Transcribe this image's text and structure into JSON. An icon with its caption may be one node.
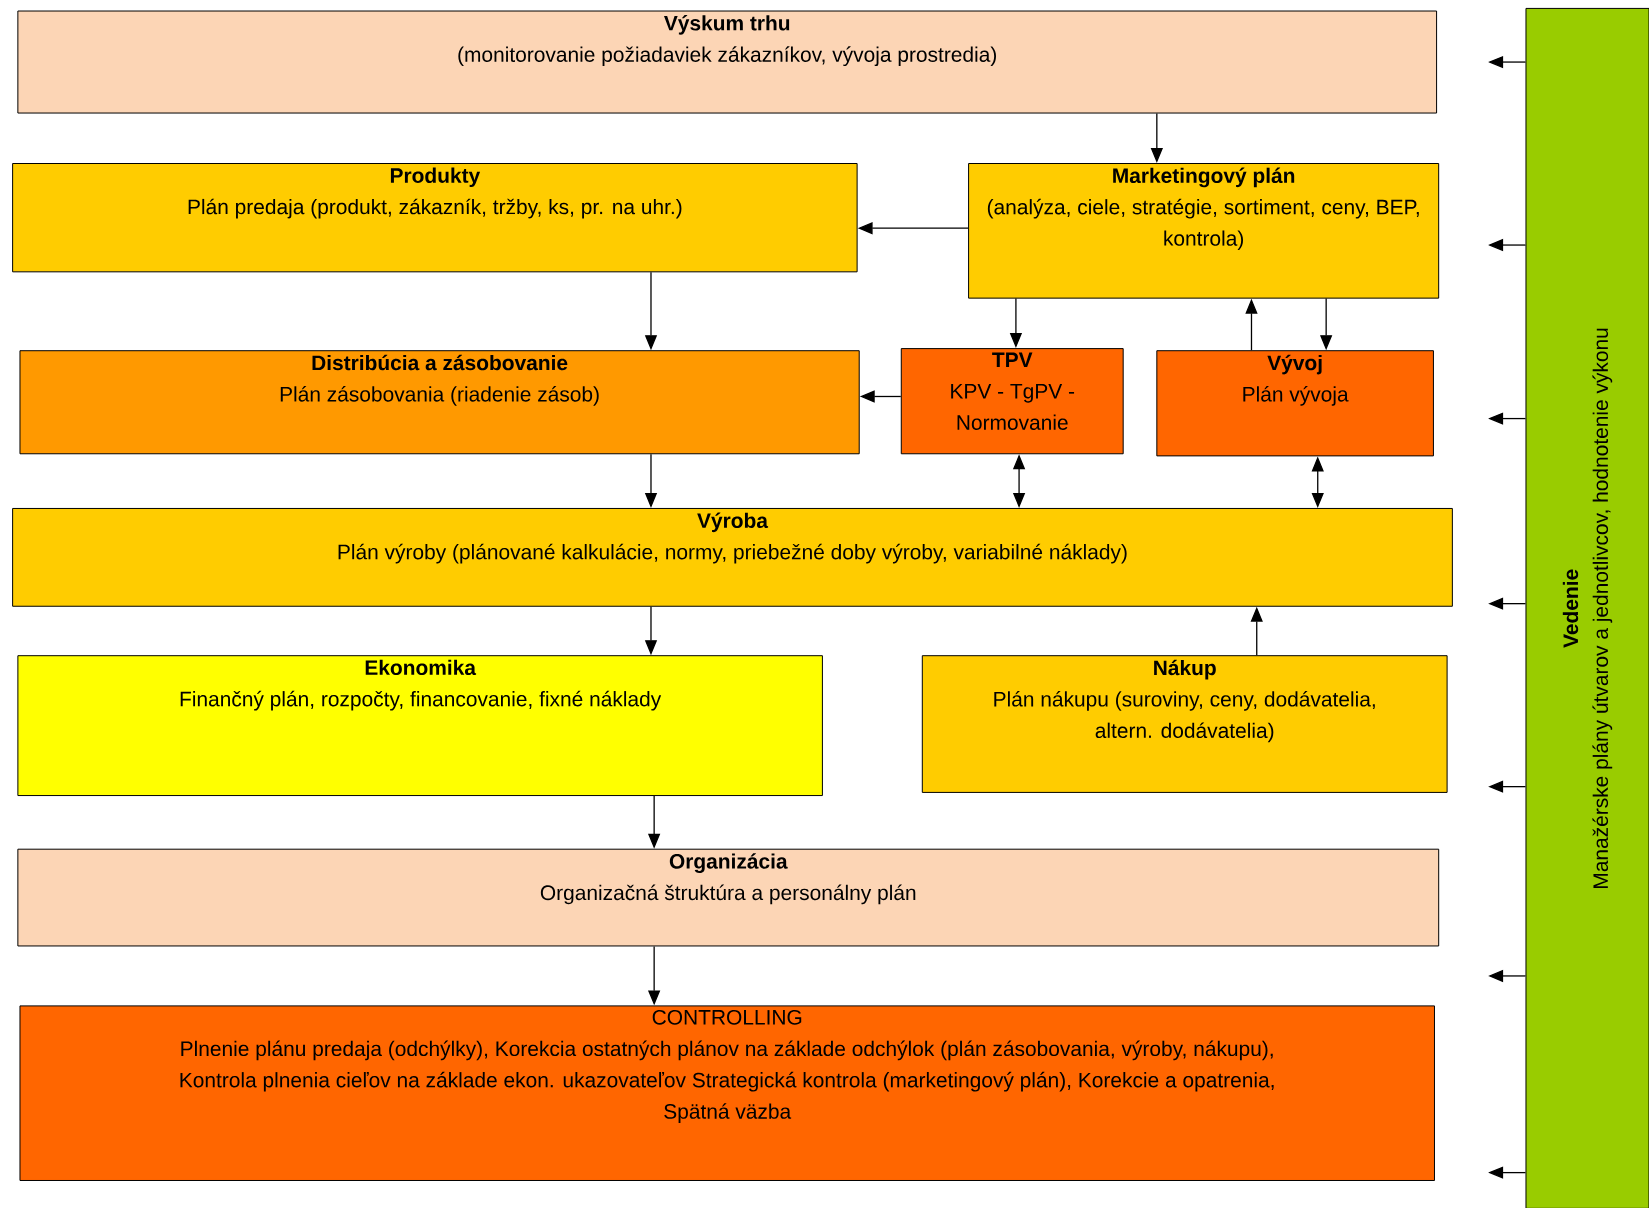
{
  "diagram": {
    "nodes": [
      {
        "text": [
          "Výskum trhu",
          "(monitorovanie požiadaviek zákazníkov, vývoja prostredia)"
        ]
      },
      {
        "text": [
          "Produkty",
          "Plán predaja (produkt, zákazník, tržby, ks, pr. na uhr.)"
        ]
      },
      {
        "text": [
          "Marketingový plán",
          "(analýza, ciele, stratégie, sortiment, ceny, BEP, kontrola)"
        ]
      },
      {
        "text": [
          "Distribúcia a zásobovanie",
          "Plán zásobovania (riadenie zásob)"
        ]
      },
      {
        "text": [
          "TPV",
          "KPV - TgPV - Normovanie"
        ]
      },
      {
        "text": [
          "Vývoj",
          "Plán vývoja"
        ]
      },
      {
        "text": [
          "Výroba",
          "Plán výroby (plánované kalkulácie, normy, priebežné doby výroby, variabilné náklady)"
        ]
      },
      {
        "text": [
          "Ekonomika",
          "Finančný plán, rozpočty, financovanie, fixné náklady"
        ]
      },
      {
        "text": [
          "Nákup",
          "Plán nákupu (suroviny, ceny, dodávatelia, altern. dodávatelia)"
        ]
      },
      {
        "text": [
          "Organizácia",
          "Organizačná štruktúra a personálny plán"
        ]
      },
      {
        "text": [
          "CONTROLLING",
          "Plnenie plánu predaja (odchýlky), Korekcia ostatných plánov na základe odchýlok (plán zásobovania, výroby, nákupu), Kontrola plnenia cieľov na základe ekon. ukazovateľov Strategická kontrola (marketingový plán), Korekcie a opatrenia, Spätná väzba"
        ]
      },
      {
        "text": [
          "Vedenie",
          "Manažérske plány útvarov a jednotlivcov, hodnotenie výkonu"
        ]
      }
    ],
    "edges": [
      {
        "from": 0,
        "to": 2,
        "arrow": "to"
      },
      {
        "from": 2,
        "to": 1,
        "arrow": "to"
      },
      {
        "from": 1,
        "to": 3,
        "arrow": "to"
      },
      {
        "from": 2,
        "to": 4,
        "arrow": "to"
      },
      {
        "from": 5,
        "to": 2,
        "arrow": "to"
      },
      {
        "from": 2,
        "to": 5,
        "arrow": "to"
      },
      {
        "from": 4,
        "to": 3,
        "arrow": "to"
      },
      {
        "from": 3,
        "to": 6,
        "arrow": "to"
      },
      {
        "from": 4,
        "to": 6,
        "arrow": "both"
      },
      {
        "from": 5,
        "to": 6,
        "arrow": "both"
      },
      {
        "from": 6,
        "to": 7,
        "arrow": "to"
      },
      {
        "from": 8,
        "to": 6,
        "arrow": "to"
      },
      {
        "from": 7,
        "to": 9,
        "arrow": "to"
      },
      {
        "from": 9,
        "to": 10,
        "arrow": "to"
      },
      {
        "from": 11,
        "to": null,
        "arrow": "to"
      },
      {
        "from": 11,
        "to": null,
        "arrow": "to"
      },
      {
        "from": 11,
        "to": null,
        "arrow": "to"
      },
      {
        "from": 11,
        "to": null,
        "arrow": "to"
      },
      {
        "from": 11,
        "to": null,
        "arrow": "to"
      },
      {
        "from": 11,
        "to": null,
        "arrow": "to"
      },
      {
        "from": 11,
        "to": null,
        "arrow": "to"
      }
    ]
  }
}
